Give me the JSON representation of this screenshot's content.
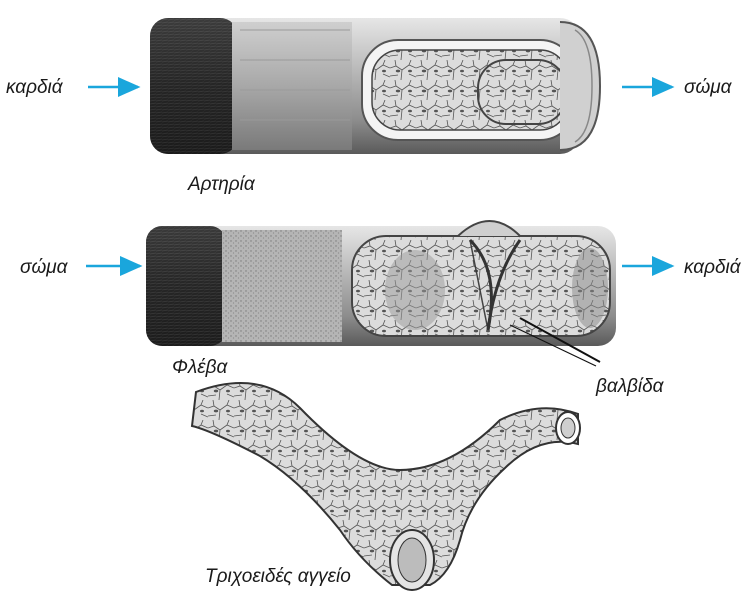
{
  "labels": {
    "artery": {
      "left": "καρδιά",
      "right": "σώμα",
      "caption": "Αρτηρία"
    },
    "vein": {
      "left": "σώμα",
      "right": "καρδιά",
      "caption": "Φλέβα",
      "valve": "βαλβίδα"
    },
    "capillary": {
      "caption": "Τριχοειδές αγγείο"
    }
  },
  "colors": {
    "arrow": "#1aa6dc",
    "ink": "#1a1a1a"
  }
}
